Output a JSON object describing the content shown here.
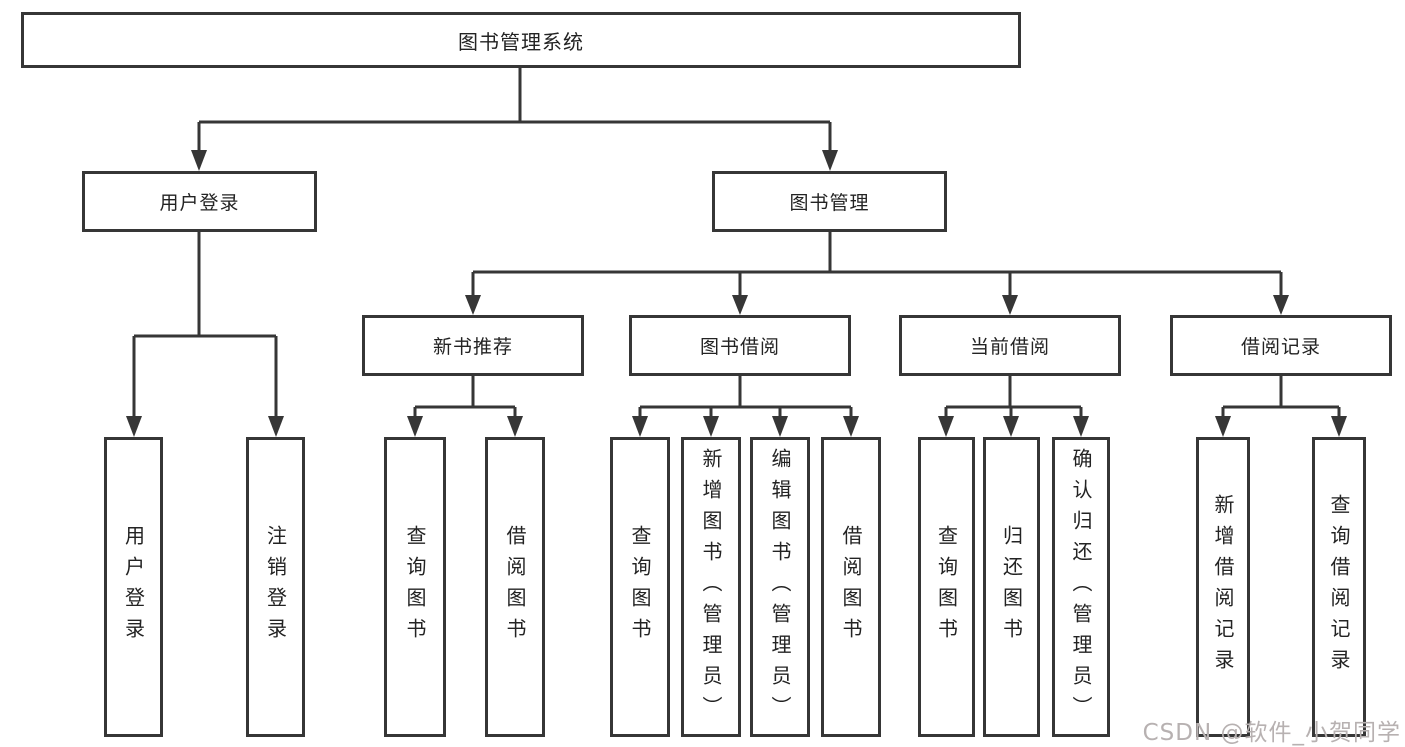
{
  "title": "图书管理系统",
  "tree": {
    "root": "图书管理系统",
    "branches": [
      {
        "label": "用户登录",
        "leaves": [
          "用户登录",
          "注销登录"
        ]
      },
      {
        "label": "图书管理",
        "groups": [
          {
            "label": "新书推荐",
            "leaves": [
              "查询图书",
              "借阅图书"
            ]
          },
          {
            "label": "图书借阅",
            "leaves": [
              "查询图书",
              "新增图书（管理员）",
              "编辑图书（管理员）",
              "借阅图书"
            ]
          },
          {
            "label": "当前借阅",
            "leaves": [
              "查询图书",
              "归还图书",
              "确认归还（管理员）"
            ]
          },
          {
            "label": "借阅记录",
            "leaves": [
              "新增借阅记录",
              "查询借阅记录"
            ]
          }
        ]
      }
    ]
  },
  "watermark": {
    "text": "CSDN @软件_小贺同学"
  },
  "colors": {
    "line": "#363636",
    "text": "#232323",
    "background": "#ffffff",
    "watermark": "#b7b1b1"
  }
}
